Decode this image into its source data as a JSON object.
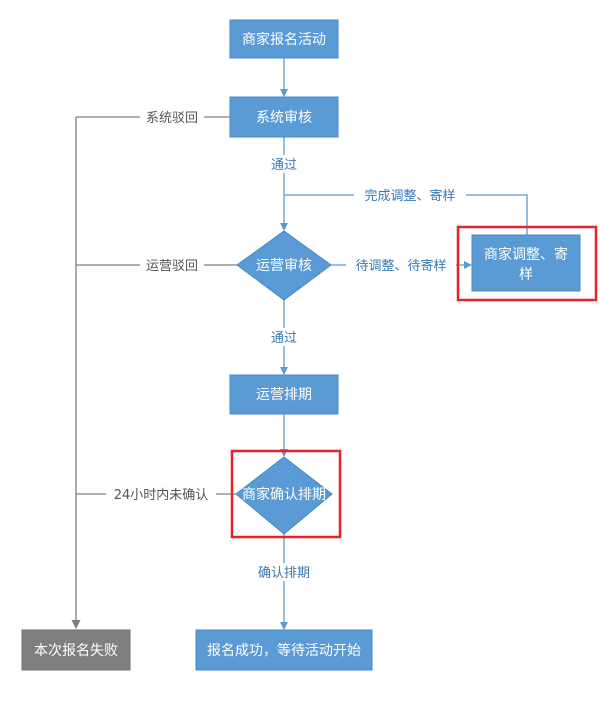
{
  "nodes": {
    "apply": "商家报名活动",
    "system_review": "系统审核",
    "ops_review": "运营审核",
    "merchant_adjust_line1": "商家调整、寄",
    "merchant_adjust_line2": "样",
    "ops_schedule": "运营排期",
    "merchant_confirm": "商家确认排期",
    "success": "报名成功，等待活动开始",
    "fail": "本次报名失败"
  },
  "edges": {
    "system_pass": "通过",
    "system_reject": "系统驳回",
    "adjust_done": "完成调整、寄样",
    "ops_reject": "运营驳回",
    "pending_adjust": "待调整、待寄样",
    "ops_pass": "通过",
    "timeout": "24小时内未确认",
    "confirm": "确认排期"
  },
  "colors": {
    "node_fill": "#5b9bd5",
    "fail_fill": "#7f7f7f",
    "highlight": "#e8212a"
  }
}
